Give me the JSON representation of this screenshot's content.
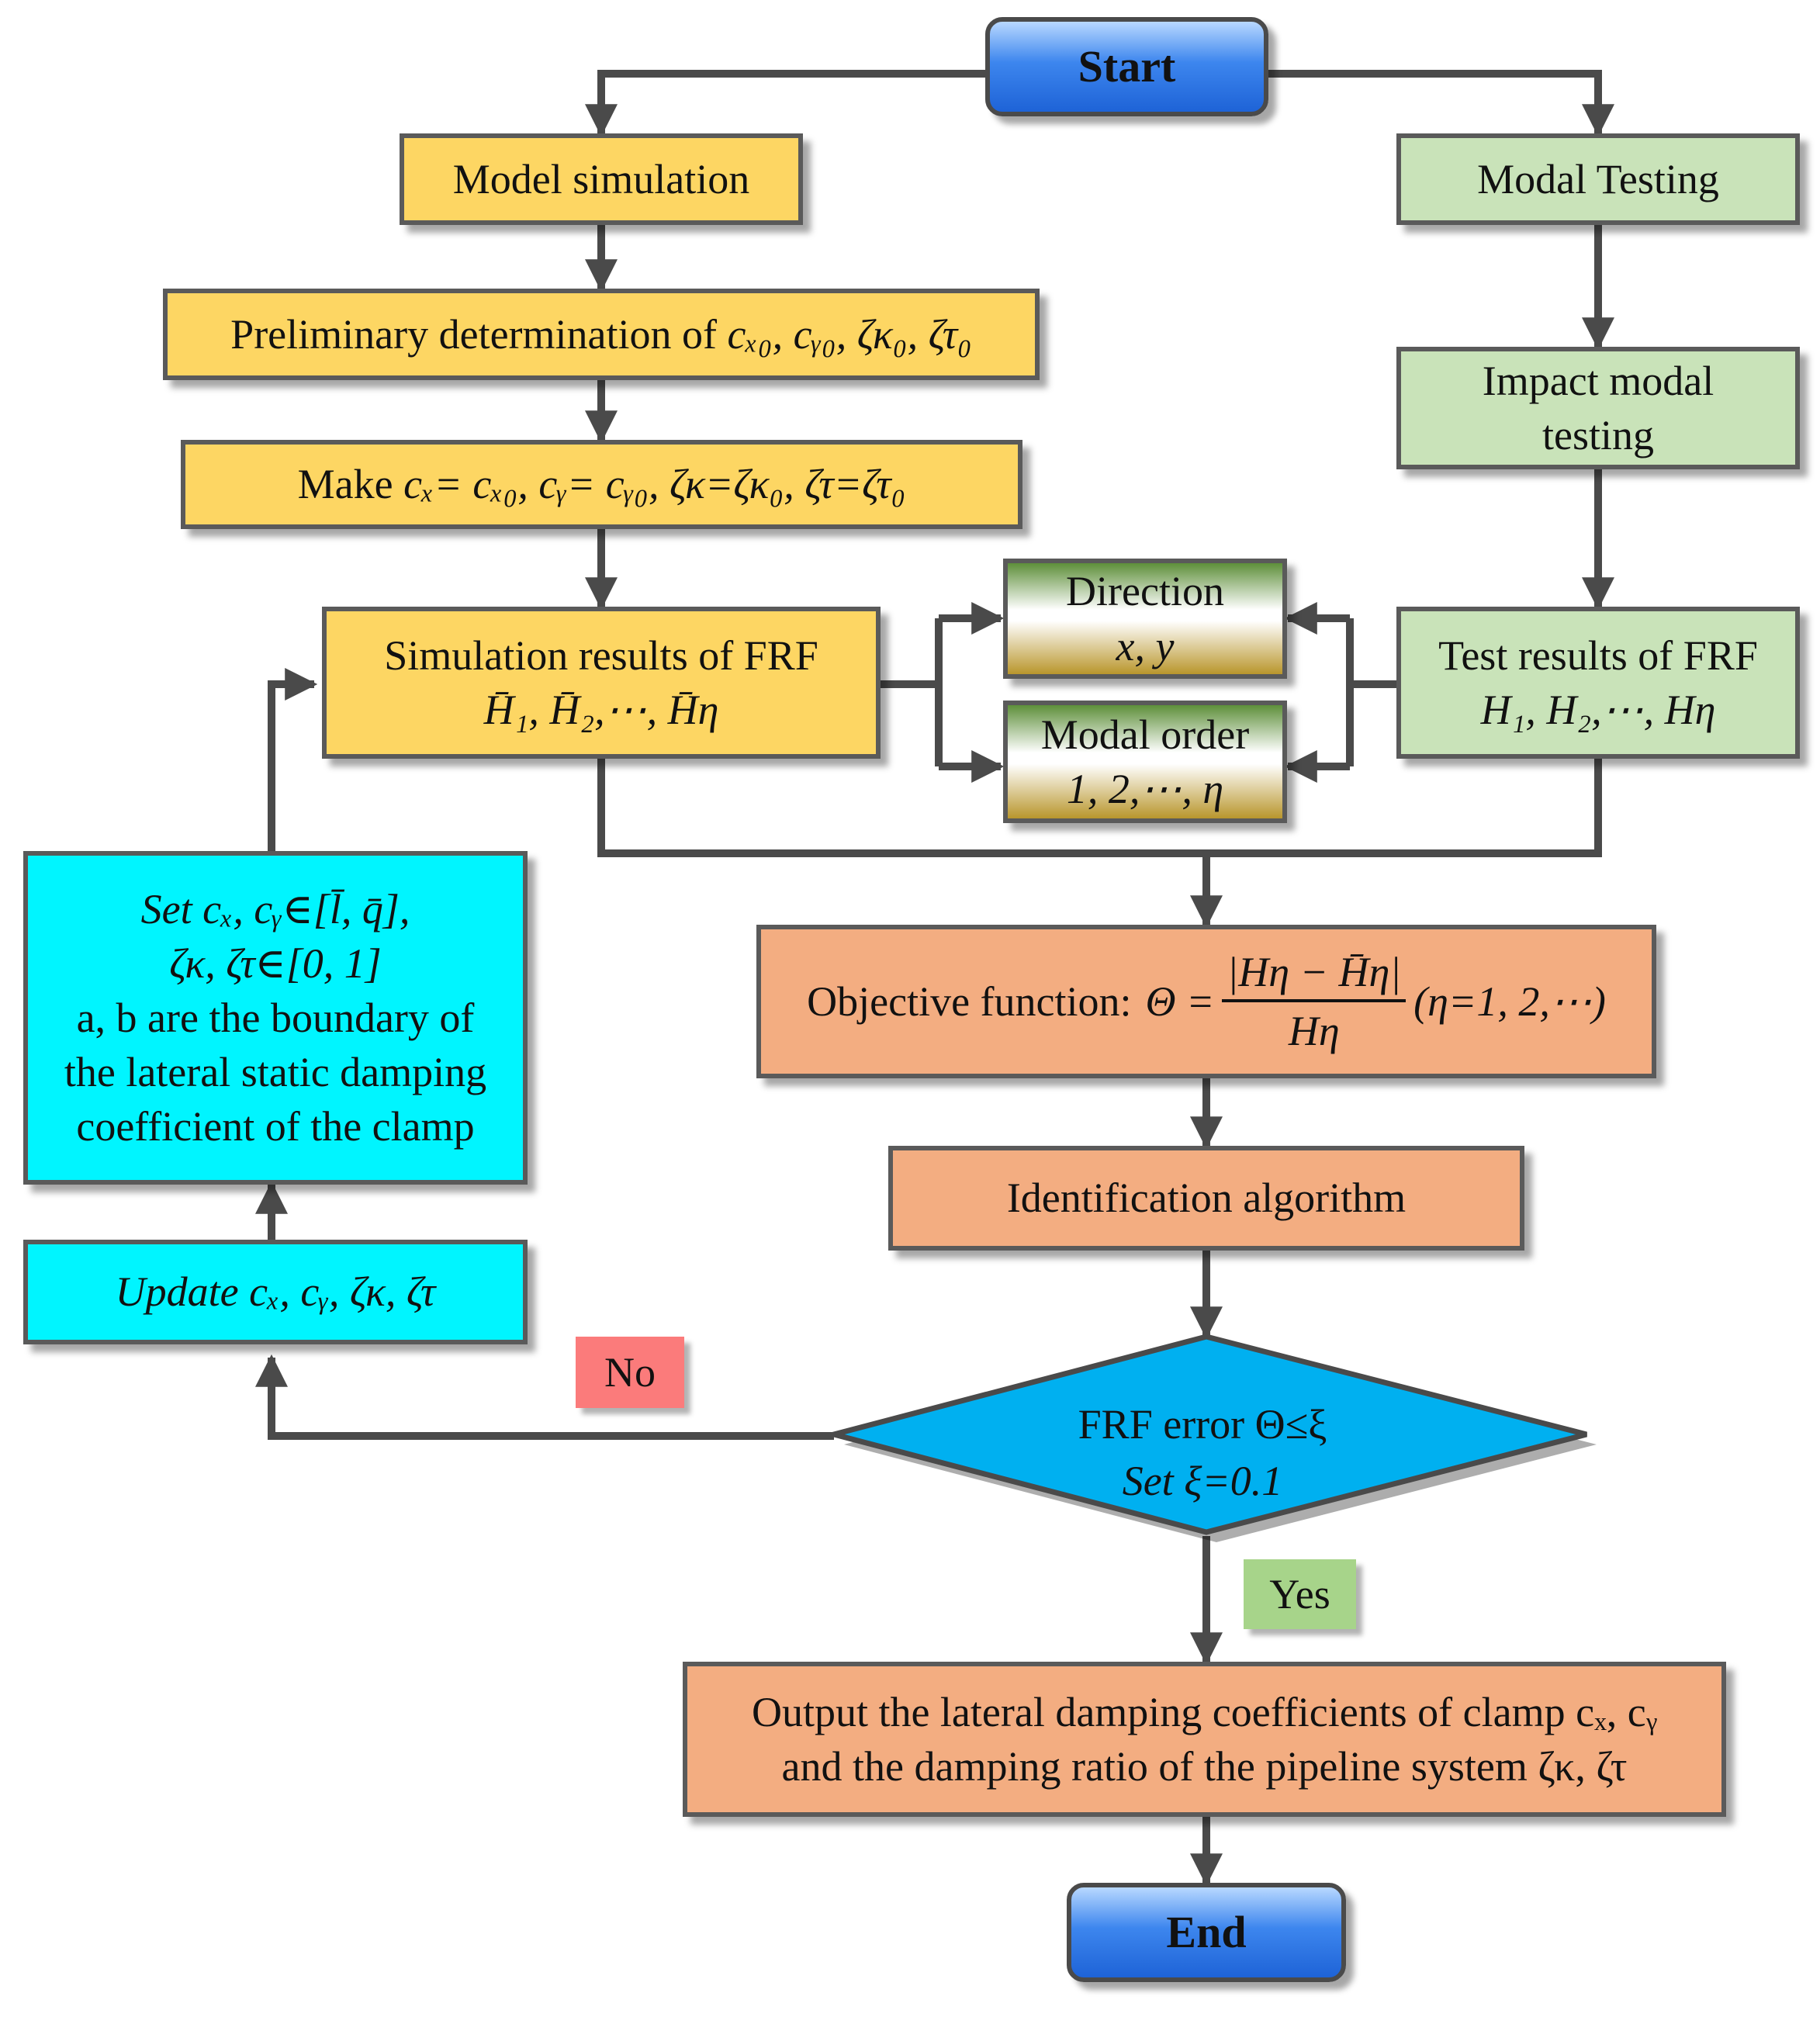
{
  "nodes": {
    "start": "Start",
    "end": "End",
    "model_simulation": "Model simulation",
    "modal_testing": "Modal Testing",
    "preliminary_prefix": "Preliminary determination of",
    "preliminary_vars": "cₓ₀, cᵧ₀, ζκ₀, ζτ₀",
    "make_prefix": "Make",
    "make_eq": "cₓ= cₓ₀, cᵧ= cᵧ₀, ζκ=ζκ₀, ζτ=ζτ₀",
    "impact_line1": "Impact modal",
    "impact_line2": "testing",
    "sim_results_line1": "Simulation results of FRF",
    "sim_results_line2": "H̄₁, H̄₂,⋯, H̄η",
    "test_results_line1": "Test results of FRF",
    "test_results_line2": "H₁, H₂,⋯, Hη",
    "direction_line1": "Direction",
    "direction_line2": "x, y",
    "modal_order_line1": "Modal order",
    "modal_order_line2": "1, 2,⋯, η",
    "objective_prefix": "Objective function:",
    "objective_lhs": "Θ =",
    "objective_num": "|Hη − H̄η|",
    "objective_den": "Hη",
    "objective_suffix": "(η=1, 2,⋯)",
    "identification": "Identification algorithm",
    "decision_line1": "FRF error Θ≤ξ",
    "decision_line2": "Set ξ=0.1",
    "output_line1": "Output the lateral damping coefficients of clamp cₓ, cᵧ",
    "output_line2": "and the damping ratio of the pipeline system ζκ, ζτ",
    "update": "Update cₓ, cᵧ, ζκ, ζτ",
    "set_line1": "Set cₓ, cᵧ∈[l̄, q̄],",
    "set_line2": "ζκ, ζτ∈[0, 1]",
    "set_line3": "a, b are the boundary of",
    "set_line4": "the lateral static damping",
    "set_line5": "coefficient of the clamp"
  },
  "labels": {
    "no": "No",
    "yes": "Yes"
  },
  "colors": {
    "process_yellow": "#fdd663",
    "testing_green": "#c9e3b9",
    "update_cyan": "#00f5ff",
    "analysis_salmon": "#f3ad81",
    "decision_blue": "#00b0f0",
    "terminal_blue": "#1e63d7",
    "connector_gray": "#4a4a4a",
    "no_red": "#fb7b7b",
    "yes_green": "#a7d48a"
  }
}
